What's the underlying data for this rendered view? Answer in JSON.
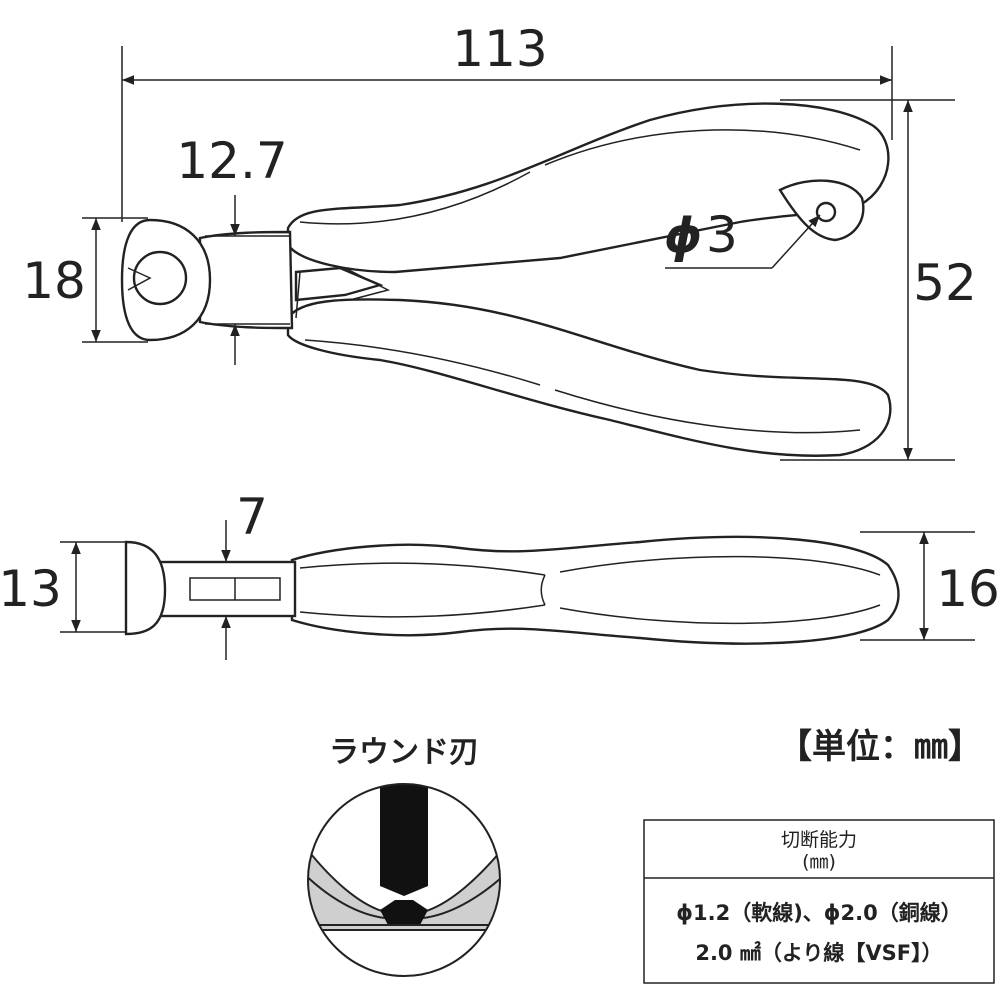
{
  "dimensions": {
    "overall_length": "113",
    "jaw_width": "12.7",
    "head_height": "18",
    "handle_span": "52",
    "hole_diameter_symbol": "ϕ",
    "hole_diameter_value": "3",
    "head_thickness": "7",
    "jaw_thickness": "13",
    "handle_thickness": "16"
  },
  "blade_label": "ラウンド刃",
  "unit_label": "【単位：㎜】",
  "spec_table": {
    "header_line1": "切断能力",
    "header_line2": "(㎜)",
    "row1": "ϕ1.2（軟線)、ϕ2.0（銅線）",
    "row2": "2.0 ㎟（より線【VSF】）"
  }
}
